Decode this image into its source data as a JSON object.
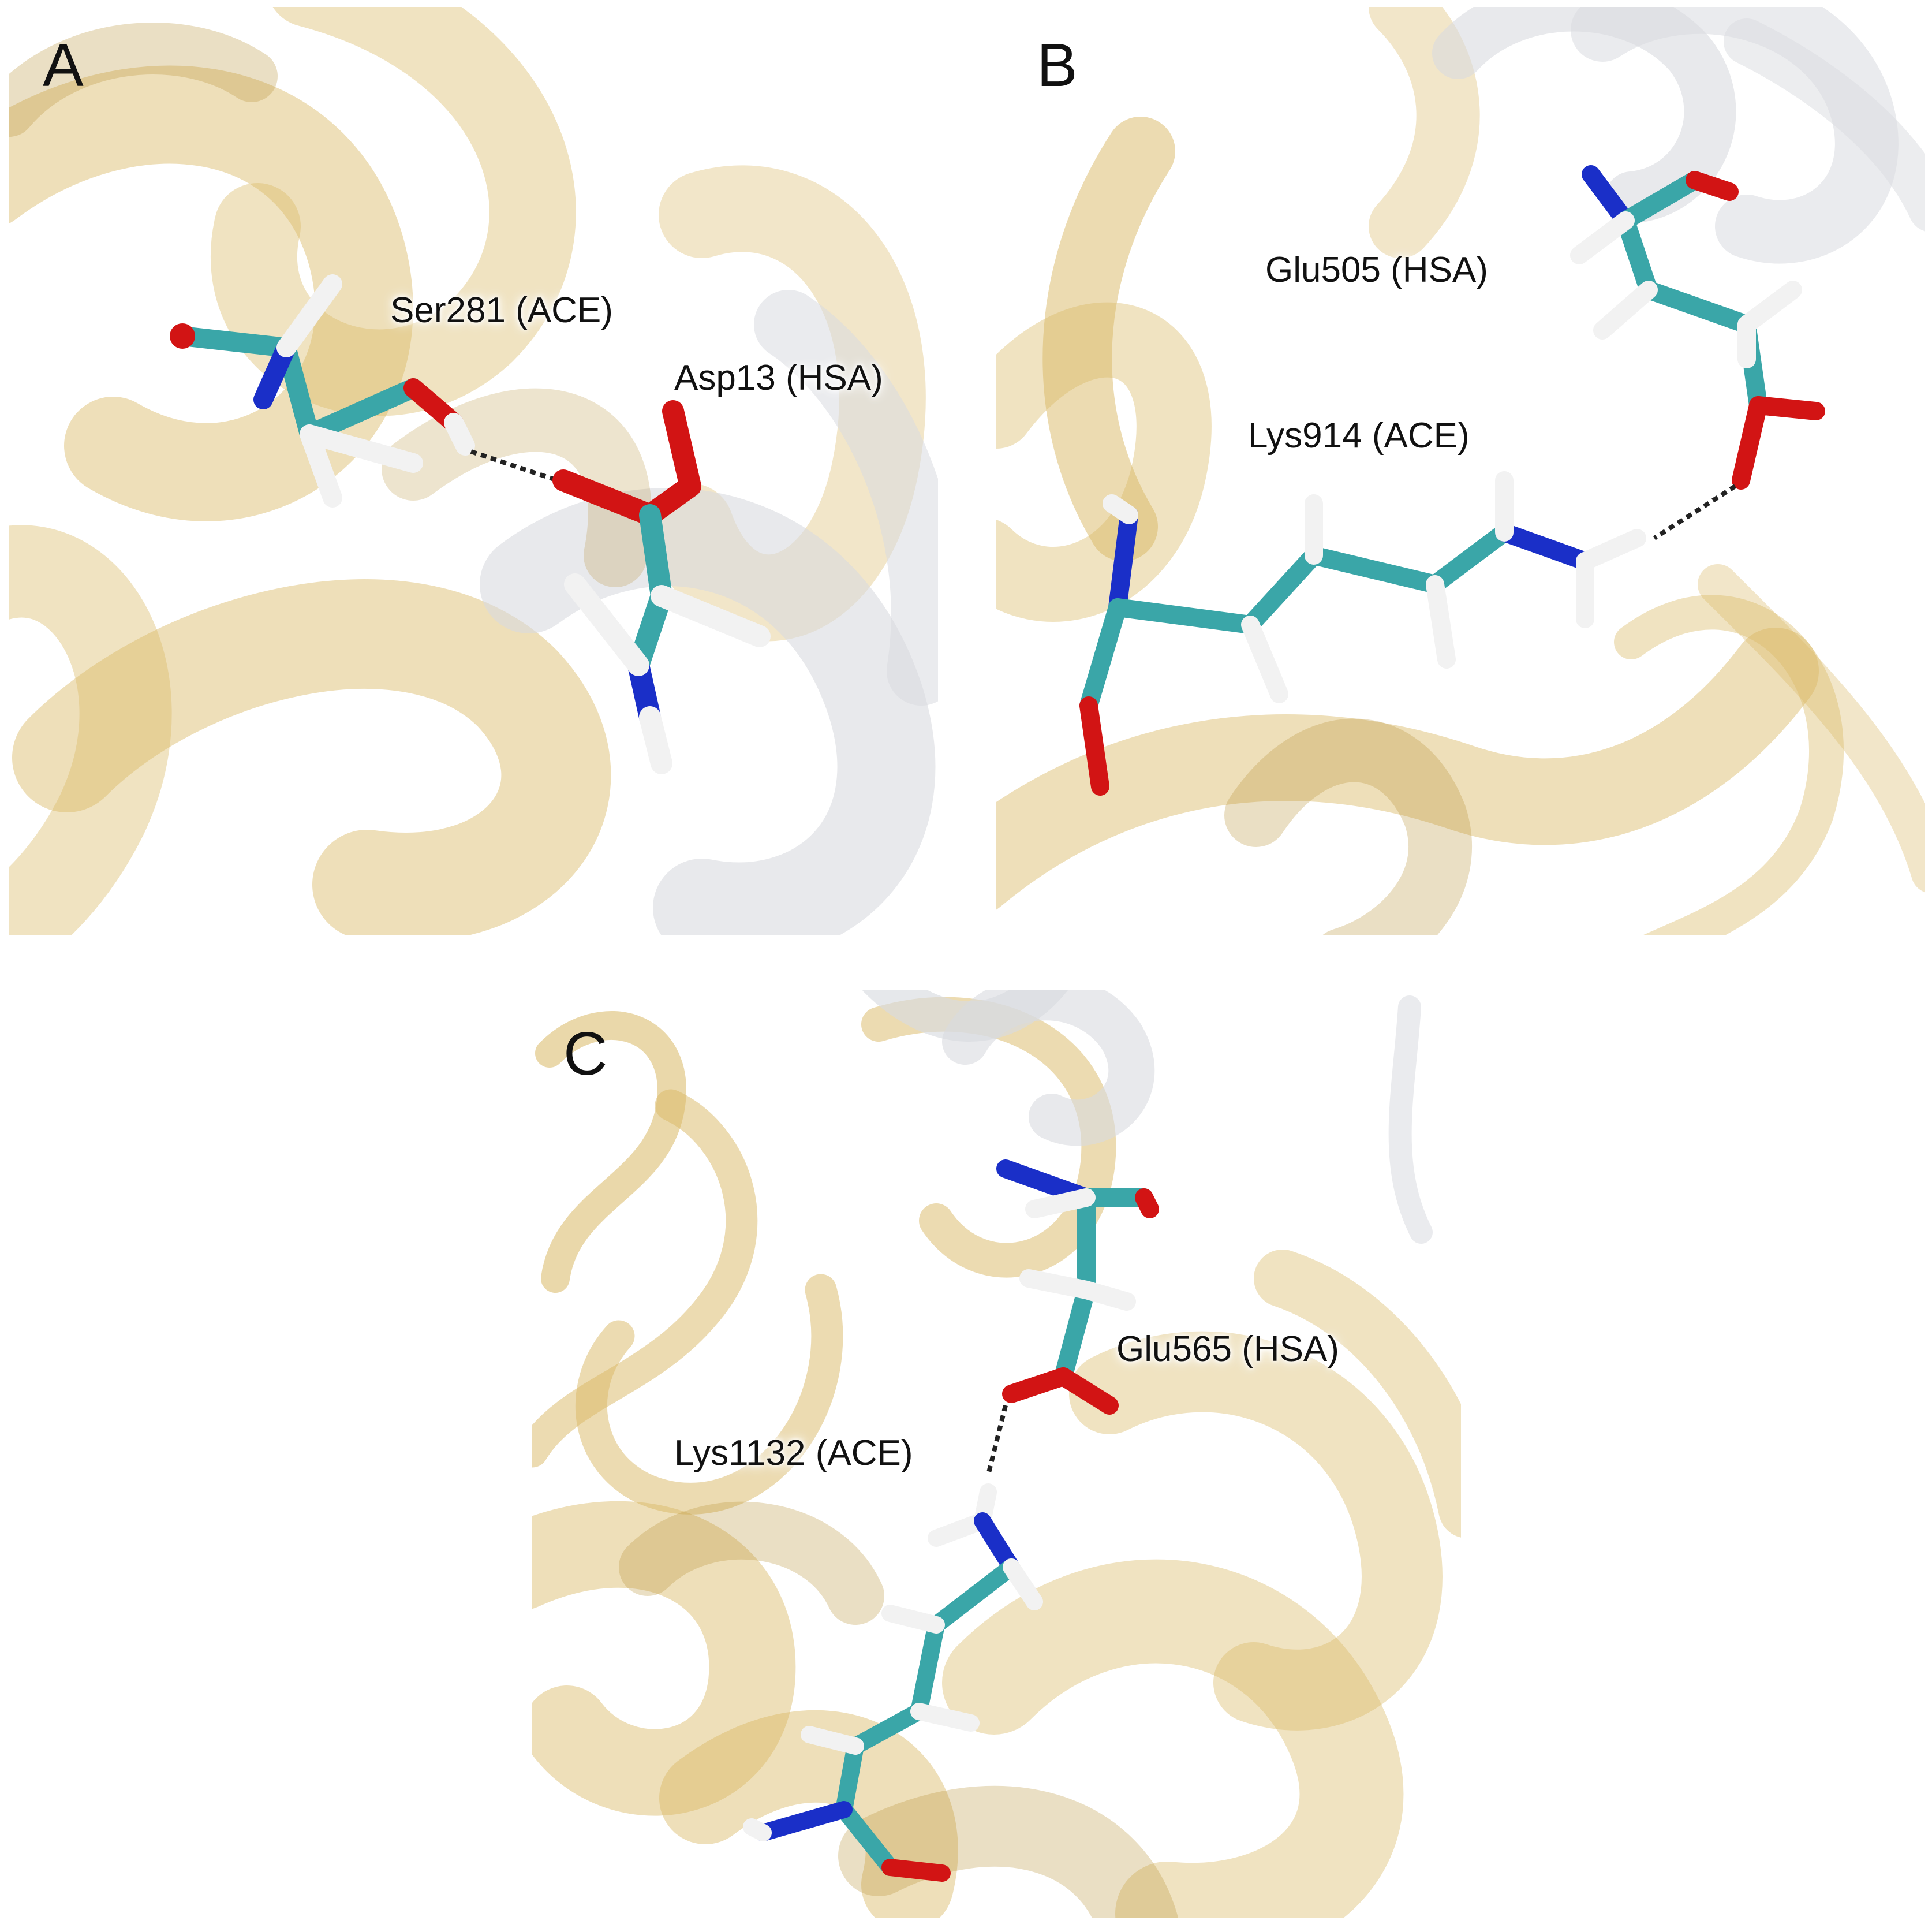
{
  "figure": {
    "colors": {
      "ribbon_gold": "#d9b864",
      "ribbon_gold_dark": "#b8943c",
      "ribbon_gray": "#d9dbe0",
      "carbon": "#3aa6a8",
      "oxygen": "#d21414",
      "nitrogen": "#1a2fc8",
      "hydrogen": "#f2f2f2",
      "hbond": "#222222"
    },
    "panels": [
      {
        "letter": "A",
        "labels": [
          "Ser281 (ACE)",
          "Asp13 (HSA)"
        ]
      },
      {
        "letter": "B",
        "labels": [
          "Glu505 (HSA)",
          "Lys914 (ACE)"
        ]
      },
      {
        "letter": "C",
        "labels": [
          "Glu565 (HSA)",
          "Lys1132 (ACE)"
        ]
      }
    ]
  }
}
